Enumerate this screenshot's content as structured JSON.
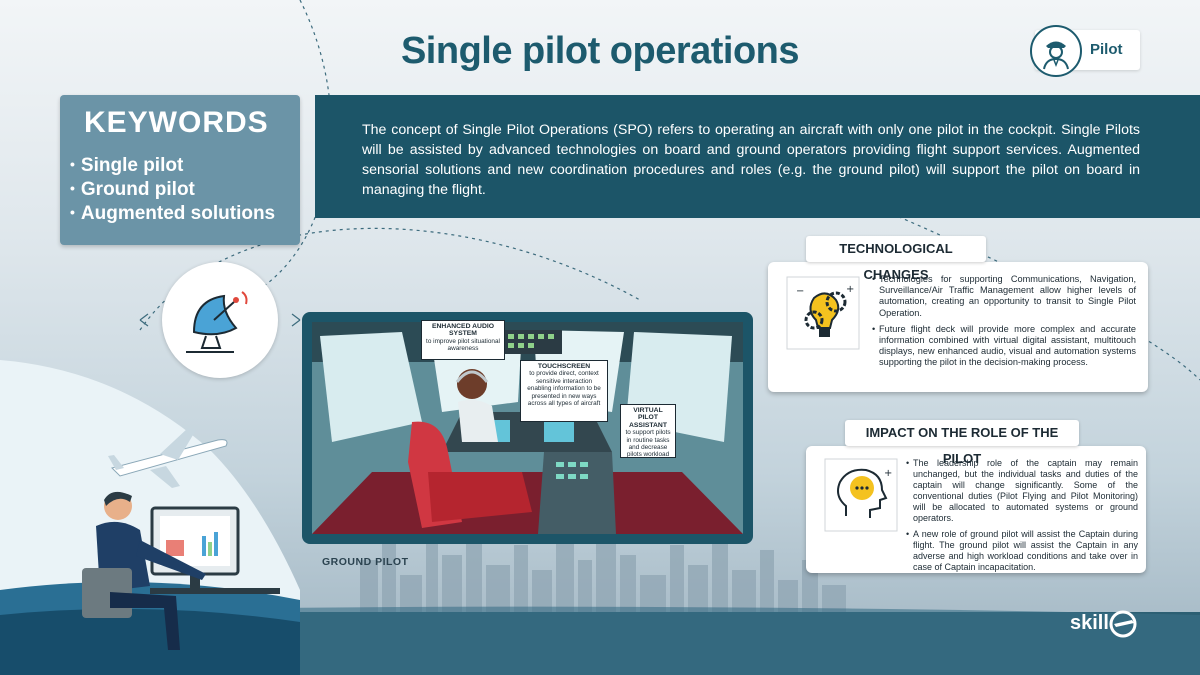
{
  "title": "Single pilot operations",
  "badge": {
    "label": "Pilot",
    "icon": "pilot-avatar-icon"
  },
  "keywords": {
    "title": "KEYWORDS",
    "items": [
      "Single pilot",
      "Ground pilot",
      "Augmented solutions"
    ]
  },
  "intro": "The concept of Single Pilot Operations (SPO) refers to operating an aircraft with only one pilot in the cockpit. Single Pilots will be assisted by advanced technologies on board and ground operators providing flight support services. Augmented sensorial solutions and new coordination procedures and roles (e.g. the ground pilot) will support the pilot on board in managing the flight.",
  "cockpit": {
    "callouts": {
      "audio": {
        "title": "ENHANCED AUDIO SYSTEM",
        "body": "to improve pilot situational awareness"
      },
      "touch": {
        "title": "TOUCHSCREEN",
        "body": "to provide direct, context sensitive interaction enabling information to be presented in new ways across all types of aircraft"
      },
      "virtual": {
        "title": "VIRTUAL PILOT ASSISTANT",
        "body": "to support pilots in routine tasks and decrease pilots workload"
      }
    }
  },
  "ground_pilot_label": "GROUND PILOT",
  "tech": {
    "header": "TECHNOLOGICAL CHANGES",
    "icon": "gears-lightbulb-icon",
    "bullets": [
      "Technologies for supporting Communications, Navigation, Surveillance/Air Traffic Management allow higher levels of automation, creating an opportunity to transit to Single Pilot Operation.",
      "Future flight deck will provide more complex and accurate information combined with virtual digital assistant, multitouch displays, new enhanced audio, visual and automation systems supporting the pilot in the decision-making process."
    ]
  },
  "impact": {
    "header": "IMPACT ON THE ROLE OF THE PILOT",
    "icon": "head-thinking-icon",
    "bullets": [
      "The leadership role of the captain may remain unchanged, but the individual tasks and duties of the captain will change significantly. Some of the conventional duties (Pilot Flying and Pilot Monitoring) will be allocated to automated systems or ground operators.",
      "A new role of ground pilot will assist the Captain during flight. The ground pilot will assist the Captain in any adverse and high workload conditions and take over in case of Captain incapacitation."
    ]
  },
  "brand": "skill"
}
